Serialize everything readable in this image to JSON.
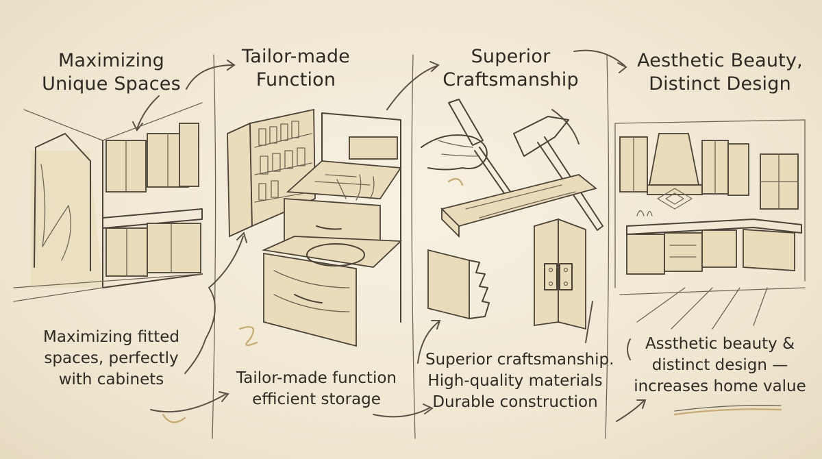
{
  "panels": [
    {
      "title": [
        "Maximizing",
        "Unique Spaces"
      ],
      "caption": [
        "Maximizing fitted",
        "spaces, perfectly",
        "with cabinets"
      ],
      "illustration": "corner-kitchen-cabinets"
    },
    {
      "title": [
        "Tailor-made",
        "Function"
      ],
      "caption": [
        "Tailor-made function",
        "efficient storage"
      ],
      "illustration": "spice-rack-and-drawers"
    },
    {
      "title": [
        "Superior",
        "Craftsmanship"
      ],
      "caption": [
        "Superior craftsmanship.",
        "High-quality materials",
        "Durable construction"
      ],
      "illustration": "hand-chisel-hammer-dovetail-hinge"
    },
    {
      "title": [
        "Aesthetic Beauty,",
        "Distinct Design"
      ],
      "caption": [
        "Assthetic beauty &",
        "distinct design —",
        "increases home value"
      ],
      "illustration": "finished-kitchen"
    }
  ],
  "colors": {
    "paper": "#f2ead7",
    "ink": "#4a4236",
    "accent": "#c9ad72"
  }
}
